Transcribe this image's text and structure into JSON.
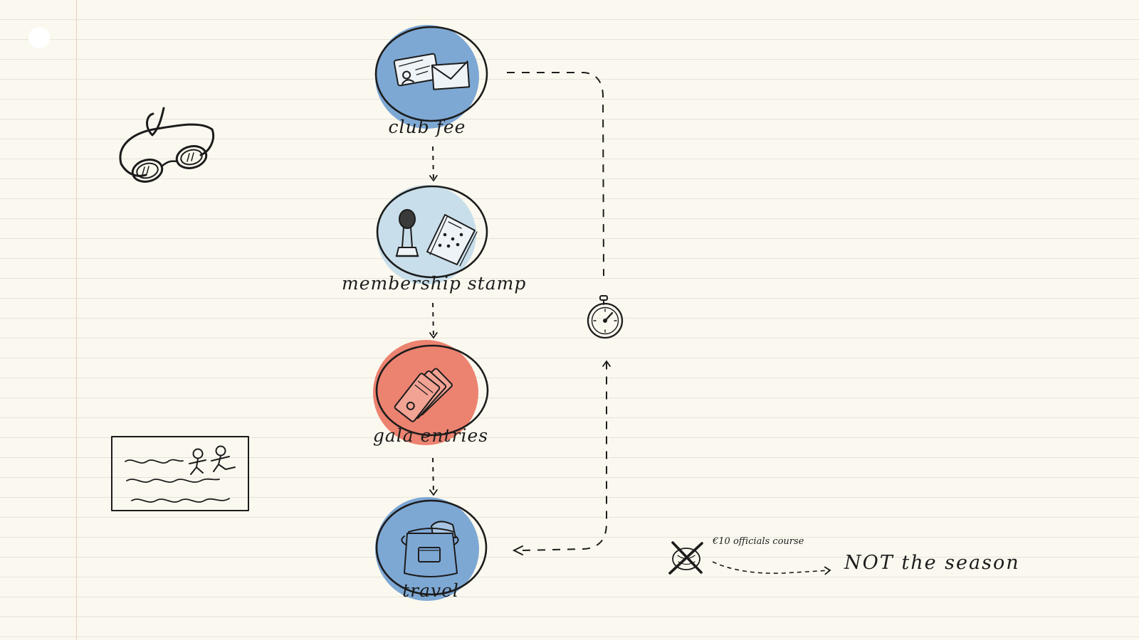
{
  "diagram": {
    "nodes": [
      {
        "id": "club-fee",
        "label": "club fee",
        "color": "#7ea8d4",
        "icon": "membership-card-envelope-icon"
      },
      {
        "id": "membership-stamp",
        "label": "membership stamp",
        "color": "#c8deea",
        "icon": "rubber-stamp-booklet-icon"
      },
      {
        "id": "gala-entries",
        "label": "gala entries",
        "color": "#ec8270",
        "icon": "gala-tickets-icon"
      },
      {
        "id": "travel",
        "label": "travel",
        "color": "#7ea8d4",
        "icon": "travel-bag-icon"
      }
    ],
    "loop_icon": "stopwatch-icon",
    "side_icons": [
      "swim-goggles-icon",
      "swimmers-pool-sign-icon"
    ],
    "note": {
      "cost_label": "€10 officials course",
      "result_label": "NOT the season",
      "icon": "crossed-out-coin-icon"
    }
  }
}
